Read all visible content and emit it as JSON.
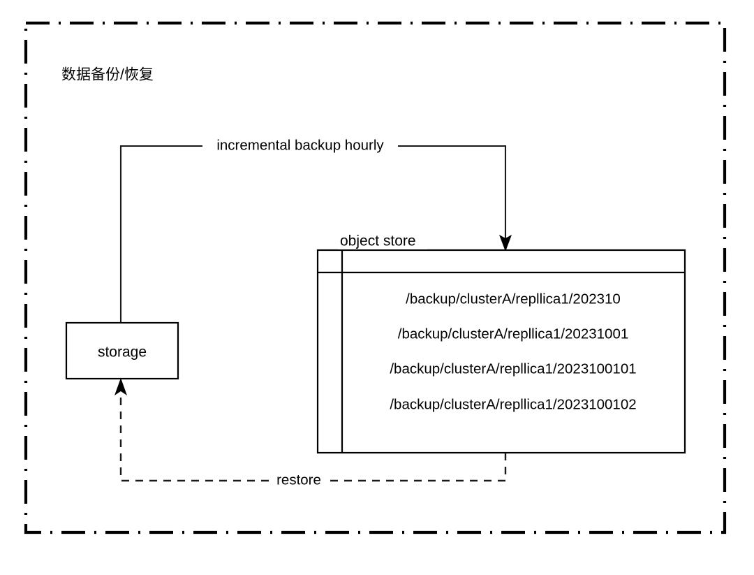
{
  "diagram": {
    "title": "数据备份/恢复",
    "boundary": {
      "style": "dash-dot",
      "color": "#000000"
    },
    "nodes": {
      "storage": {
        "label": "storage",
        "shape": "rectangle"
      },
      "object_store": {
        "title": "object store",
        "shape": "table",
        "rows": [
          "/backup/clusterA/repllica1/202310",
          "/backup/clusterA/repllica1/20231001",
          "/backup/clusterA/repllica1/2023100101",
          "/backup/clusterA/repllica1/2023100102"
        ]
      }
    },
    "edges": [
      {
        "id": "backup-edge",
        "label": "incremental backup hourly",
        "from": "storage",
        "to": "object_store",
        "style": "solid",
        "arrow": "end"
      },
      {
        "id": "restore-edge",
        "label": "restore",
        "from": "object_store",
        "to": "storage",
        "style": "dashed",
        "arrow": "end"
      }
    ]
  }
}
